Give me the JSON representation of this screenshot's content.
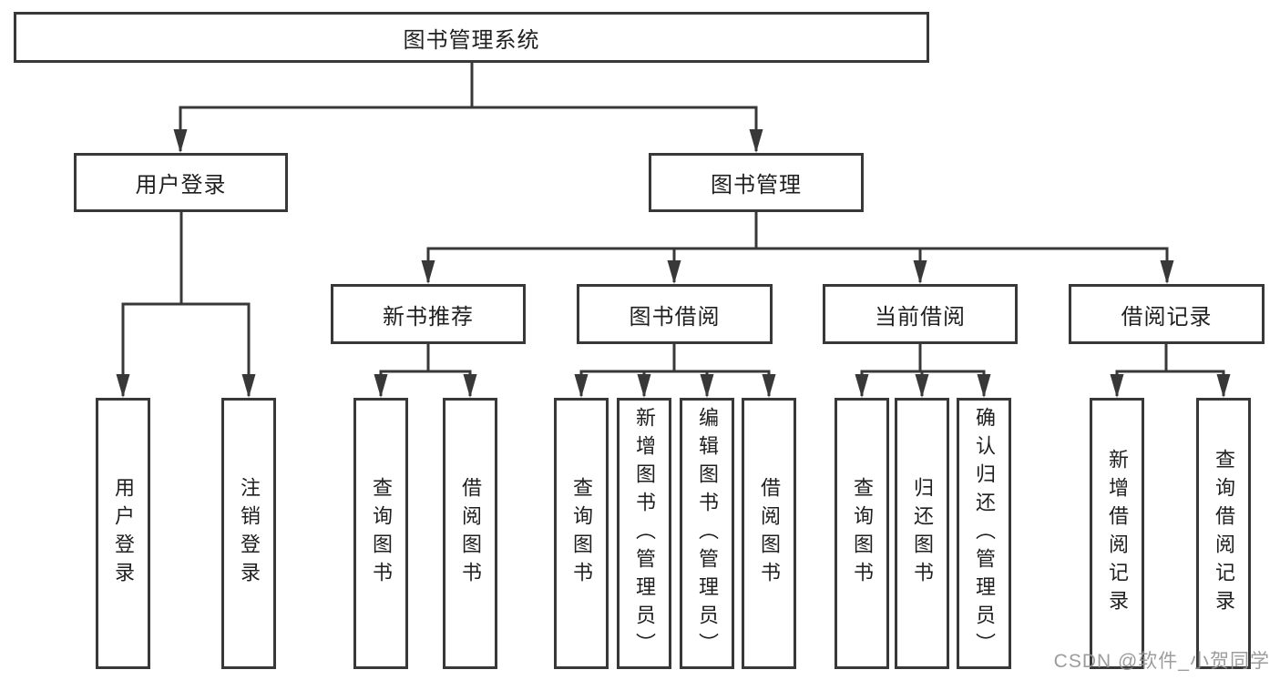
{
  "diagram": {
    "root_label": "图书管理系统",
    "level2": {
      "user_login": "用户登录",
      "book_management": "图书管理"
    },
    "level3": {
      "new_book_recommend": "新书推荐",
      "book_borrowing": "图书借阅",
      "current_borrowing": "当前借阅",
      "borrowing_records": "借阅记录"
    },
    "leaves": {
      "user_login": [
        "用户登录",
        "注销登录"
      ],
      "new_book_recommend": [
        "查询图书",
        "借阅图书"
      ],
      "book_borrowing": [
        "查询图书",
        "新增图书（管理员）",
        "编辑图书（管理员）",
        "借阅图书"
      ],
      "current_borrowing": [
        "查询图书",
        "归还图书",
        "确认归还（管理员）"
      ],
      "borrowing_records": [
        "新增借阅记录",
        "查询借阅记录"
      ]
    }
  },
  "watermark": "CSDN @软件_小贺同学",
  "colors": {
    "line": "#383838",
    "box_border": "#383838",
    "text": "#1f1f1f",
    "background": "#ffffff",
    "watermark": "#949494"
  }
}
